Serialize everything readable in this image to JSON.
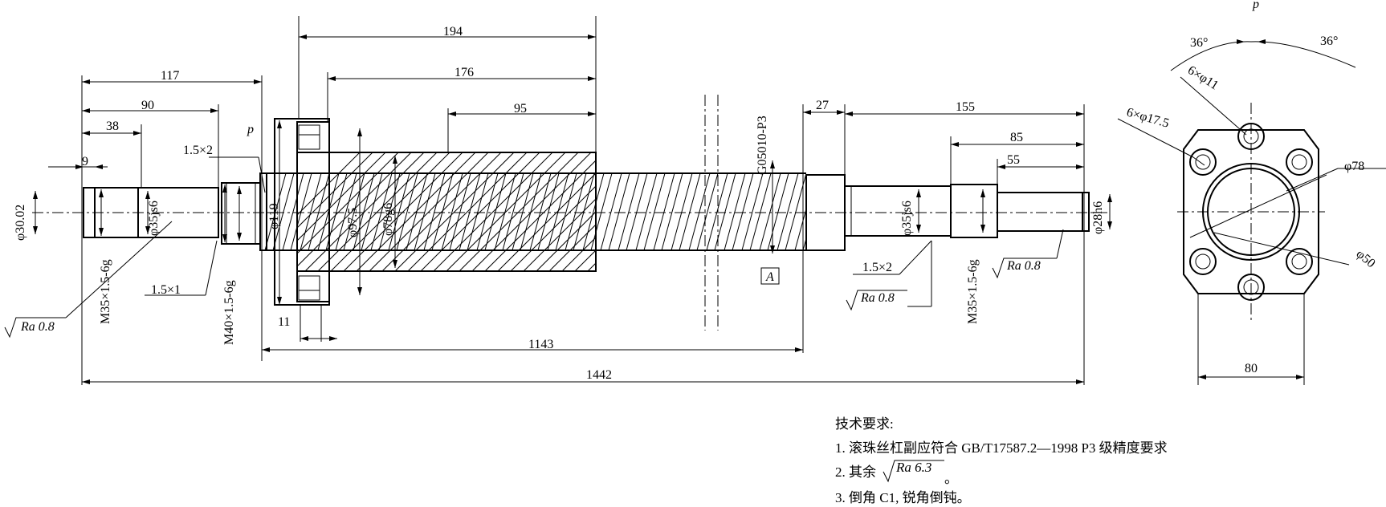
{
  "dimensions": {
    "d194": "194",
    "d176": "176",
    "d95": "95",
    "d117": "117",
    "d90": "90",
    "d38": "38",
    "d9": "9",
    "d27": "27",
    "d155": "155",
    "d85": "85",
    "d55": "55",
    "d11": "11",
    "d1143": "1143",
    "d1442": "1442",
    "d80": "80",
    "p": "p",
    "p_top": "p",
    "ang1": "36°",
    "ang2": "36°"
  },
  "diameters": {
    "phi3002": "φ30.02",
    "phi35js6_l": "φ35js6",
    "phi119": "φ119",
    "phi975": "φ97.5",
    "phi78g6": "φ78g6",
    "phi35js6_r": "φ35js6",
    "phi28h6": "φ28h6",
    "phi78": "φ78",
    "phi50": "φ50",
    "holes11": "6×φ11",
    "holes175": "6×φ17.5"
  },
  "threads": {
    "m35_left": "M35×1.5-6g",
    "m40": "M40×1.5-6g",
    "m35_right": "M35×1.5-6g"
  },
  "chamfers": {
    "c15x2_left": "1.5×2",
    "c15x1": "1.5×1",
    "c15x2_right": "1.5×2"
  },
  "roughness": {
    "ra_left": "Ra 0.8",
    "ra_mid": "Ra 0.8",
    "ra_right": "Ra 0.8",
    "ra_note": "Ra 6.3"
  },
  "labels": {
    "part_code": "G05010-P3",
    "datum": "A"
  },
  "tech_requirements": {
    "title": "技术要求:",
    "item1": "1. 滚珠丝杠副应符合 GB/T17587.2—1998 P3 级精度要求",
    "item2_prefix": "2. 其余",
    "item2_suffix": "。",
    "item3": "3. 倒角 C1, 锐角倒钝。"
  }
}
